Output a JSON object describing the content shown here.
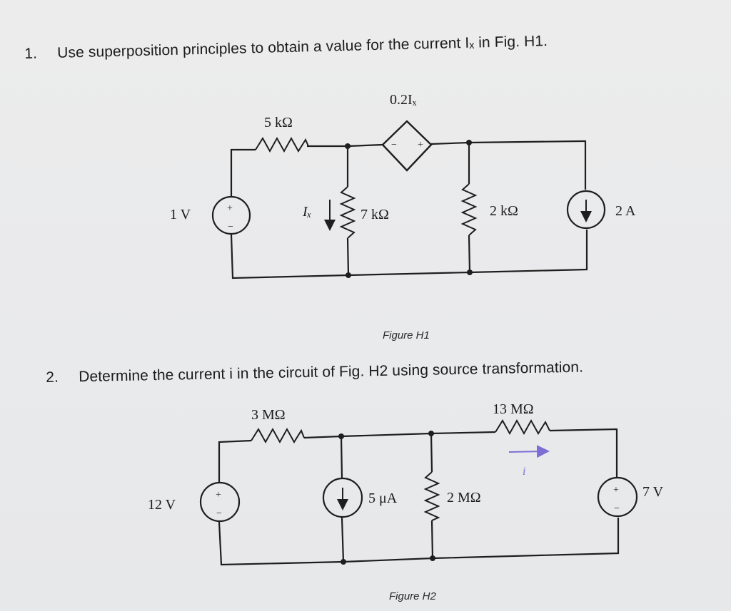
{
  "question1": {
    "number": "1.",
    "text": "Use superposition principles to obtain a value for the current Iₓ in Fig. H1."
  },
  "question2": {
    "number": "2.",
    "text": "Determine the current i in the circuit of Fig. H2 using source transformation."
  },
  "figure1": {
    "caption": "Figure H1",
    "source_v_label": "1 V",
    "r1_label": "5 kΩ",
    "dep_source_label": "0.2Iₓ",
    "current_label": "Iₓ",
    "r2_label": "7 kΩ",
    "r3_label": "2 kΩ",
    "source_i_label": "2 A",
    "plus": "+",
    "minus": "−"
  },
  "figure2": {
    "caption": "Figure H2",
    "source_v1_label": "12 V",
    "r1_label": "3 MΩ",
    "source_i_label": "5 μA",
    "r2_label": "2 MΩ",
    "r3_label": "13 MΩ",
    "current_label": "i",
    "source_v2_label": "7 V",
    "plus": "+",
    "minus": "−"
  },
  "colors": {
    "page_background": "#e9e9ea",
    "wire": "#1e1e1e",
    "current_arrow_h2": "#7b6fd6"
  }
}
